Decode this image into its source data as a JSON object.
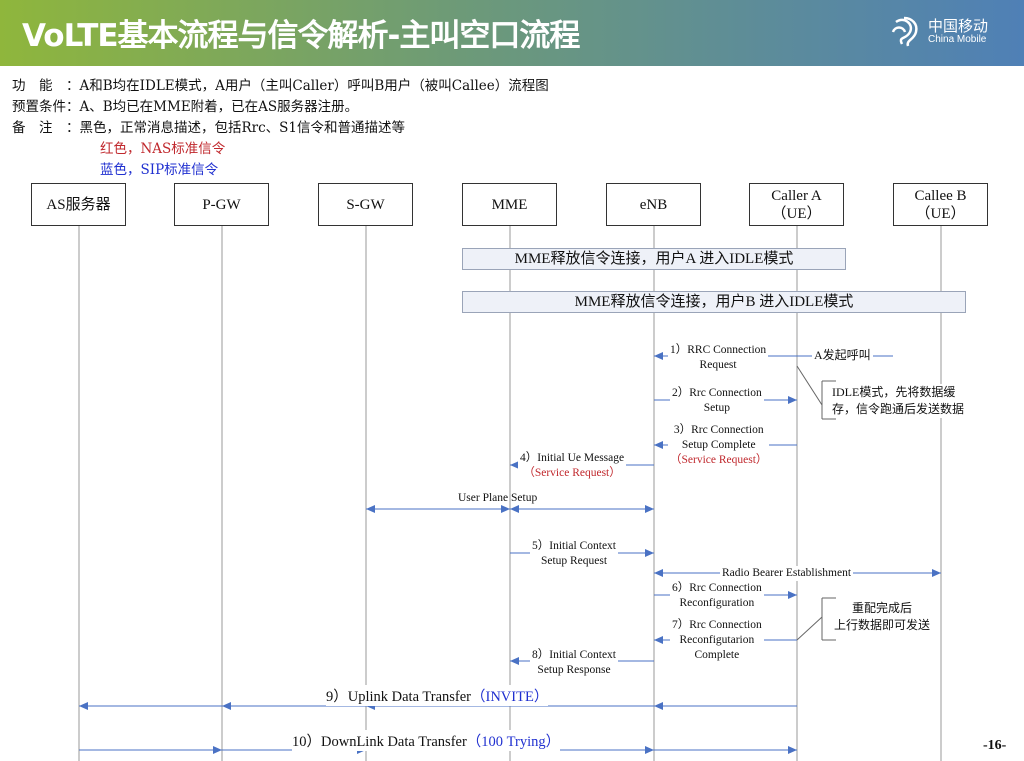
{
  "header": {
    "title": "VoLTE基本流程与信令解析-主叫空口流程",
    "logo_cn": "中国移动",
    "logo_en": "China Mobile"
  },
  "intro": [
    {
      "label": "功　能　：",
      "text": "A和B均在IDLE模式，A用户（主叫Caller）呼叫B用户（被叫Callee）流程图"
    },
    {
      "label": "预置条件：",
      "text": "A、B均已在MME附着，已在AS服务器注册。"
    },
    {
      "label": "备　注　：",
      "text": "黑色，正常消息描述，包括Rrc、S1信令和普通描述等"
    },
    {
      "label": "",
      "text": "红色，NAS标准信令"
    },
    {
      "label": "",
      "text": "蓝色，SIP标准信令"
    }
  ],
  "entities": [
    {
      "line1": "AS服务器",
      "line2": ""
    },
    {
      "line1": "P-GW",
      "line2": ""
    },
    {
      "line1": "S-GW",
      "line2": ""
    },
    {
      "line1": "MME",
      "line2": ""
    },
    {
      "line1": "eNB",
      "line2": ""
    },
    {
      "line1": "Caller A",
      "line2": "（UE）"
    },
    {
      "line1": "Callee B",
      "line2": "（UE）"
    }
  ],
  "bars": [
    "MME释放信令连接，用户A 进入IDLE模式",
    "MME释放信令连接，用户B 进入IDLE模式"
  ],
  "messages": [
    {
      "l1": "1）RRC Connection",
      "l2": "Request",
      "l3": ""
    },
    {
      "l1": "2）Rrc Connection",
      "l2": "Setup",
      "l3": ""
    },
    {
      "l1": "3）Rrc Connection",
      "l2": "Setup Complete",
      "l3": "（Service Request）"
    },
    {
      "l1": "4）Initial Ue Message",
      "l2": "（Service Request）",
      "l3": ""
    },
    {
      "l1": "User Plane Setup",
      "l2": "",
      "l3": ""
    },
    {
      "l1": "5）Initial Context",
      "l2": "Setup Request",
      "l3": ""
    },
    {
      "l1": "Radio Bearer Establishment",
      "l2": "",
      "l3": ""
    },
    {
      "l1": "6）Rrc Connection",
      "l2": "Reconfiguration",
      "l3": ""
    },
    {
      "l1": "7）Rrc Connection",
      "l2": "Reconfigutarion",
      "l3": "Complete"
    },
    {
      "l1": "8）Initial Context",
      "l2": "Setup Response",
      "l3": ""
    }
  ],
  "notes": {
    "call_start": "A发起呼叫",
    "idle_note1": "IDLE模式，先将数据缓",
    "idle_note2": "存，信令跑通后发送数据",
    "reconf1": "重配完成后",
    "reconf2": "上行数据即可发送"
  },
  "uplink": {
    "text": "9）Uplink Data Transfer",
    "sip": "（INVITE）"
  },
  "downlink": {
    "text": "10）DownLink Data Transfer",
    "sip": "（100 Trying）"
  },
  "page_number": "-16-",
  "colors": {
    "arrow": "#4a72c4",
    "nas": "#c0282d",
    "sip": "#2030d0"
  }
}
